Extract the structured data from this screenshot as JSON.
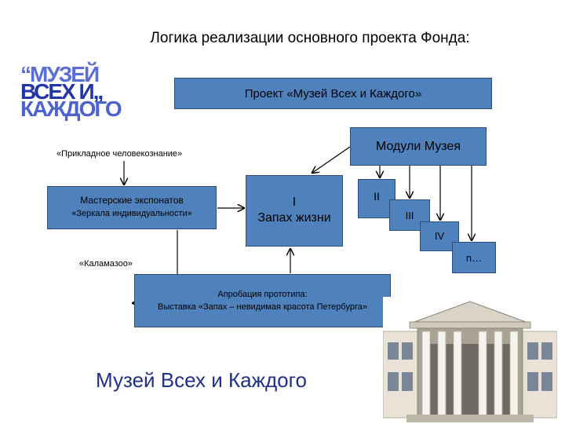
{
  "title": "Логика реализации основного проекта Фонда:",
  "logo": {
    "line1": "“МУЗЕЙ",
    "line2": "ВСЕХ И,,",
    "line3": "КАЖДОГО"
  },
  "boxes": {
    "project": "Проект «Музей Всех и Каждого»",
    "modules": "Модули Музея",
    "workshop": "Мастерские экспонатов",
    "workshop_sub": "«Зеркала индивидуальности»",
    "module_one_num": "I",
    "module_one_label": "Запах жизни",
    "module_two": "II",
    "module_three": "III",
    "module_four": "IV",
    "module_n": "n…",
    "approbation_line1": "Апробация прототипа:",
    "approbation_line2": "Выставка «Запах – невидимая красота Петербурга»"
  },
  "labels": {
    "applied": "«Прикладное человекознание»",
    "kalamazoo": "«Каламазоо»"
  },
  "footer_title": "Музей Всех и Каждого",
  "colors": {
    "box_fill": "#4f81bd",
    "box_border": "#2f4f7a",
    "footer_text": "#1f2f8a"
  }
}
